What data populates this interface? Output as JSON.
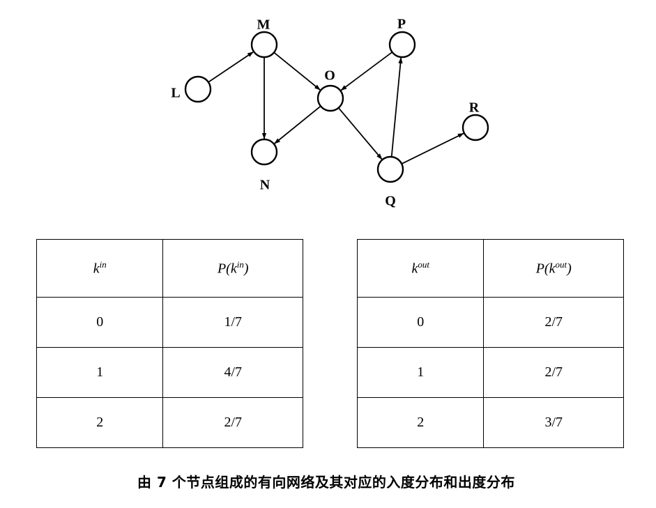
{
  "graph": {
    "nodes": [
      {
        "id": "L",
        "label": "L"
      },
      {
        "id": "M",
        "label": "M"
      },
      {
        "id": "N",
        "label": "N"
      },
      {
        "id": "O",
        "label": "O"
      },
      {
        "id": "P",
        "label": "P"
      },
      {
        "id": "Q",
        "label": "Q"
      },
      {
        "id": "R",
        "label": "R"
      }
    ],
    "edges": [
      {
        "from": "L",
        "to": "M"
      },
      {
        "from": "M",
        "to": "O"
      },
      {
        "from": "M",
        "to": "N"
      },
      {
        "from": "O",
        "to": "N"
      },
      {
        "from": "O",
        "to": "Q"
      },
      {
        "from": "P",
        "to": "O"
      },
      {
        "from": "Q",
        "to": "P"
      },
      {
        "from": "Q",
        "to": "R"
      }
    ]
  },
  "in_table": {
    "header": {
      "k_base": "k",
      "k_sup": "in",
      "p_prefix": "P(k",
      "p_sup": "in",
      "p_suffix": ")"
    },
    "rows": [
      {
        "k": "0",
        "p": "1/7"
      },
      {
        "k": "1",
        "p": "4/7"
      },
      {
        "k": "2",
        "p": "2/7"
      }
    ]
  },
  "out_table": {
    "header": {
      "k_base": "k",
      "k_sup": "out",
      "p_prefix": "P(k",
      "p_sup": "out",
      "p_suffix": ")"
    },
    "rows": [
      {
        "k": "0",
        "p": "2/7"
      },
      {
        "k": "1",
        "p": "2/7"
      },
      {
        "k": "2",
        "p": "3/7"
      }
    ]
  },
  "caption": "由 7 个节点组成的有向网络及其对应的入度分布和出度分布"
}
